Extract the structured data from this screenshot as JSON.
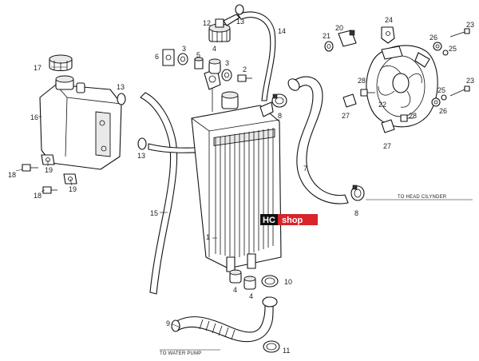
{
  "labels": {
    "p1": "1",
    "p2": "2",
    "p3a": "3",
    "p3b": "3",
    "p4a": "4",
    "p4b": "4",
    "p4c": "4",
    "p5": "5",
    "p6": "6",
    "p7": "7",
    "p8a": "8",
    "p8b": "8",
    "p9": "9",
    "p10": "10",
    "p11": "11",
    "p12": "12",
    "p13a": "13",
    "p13b": "13",
    "p13c": "13",
    "p14": "14",
    "p15": "15",
    "p16": "16",
    "p17": "17",
    "p18a": "18",
    "p18b": "18",
    "p19a": "19",
    "p19b": "19",
    "p20": "20",
    "p21": "21",
    "p22": "22",
    "p23a": "23",
    "p23b": "23",
    "p24": "24",
    "p25a": "25",
    "p25b": "25",
    "p26a": "26",
    "p26b": "26",
    "p27a": "27",
    "p27b": "27",
    "p28a": "28",
    "p28b": "28"
  },
  "notes": {
    "head": "TO HEAD CILYNDER",
    "pump": "TO WATER PUMP"
  },
  "watermark": {
    "left": "HC",
    "right": "shop",
    "left_color": "#ffffff",
    "left_bg": "#111111",
    "right_color": "#ffffff",
    "right_bg": "#d8242a"
  }
}
